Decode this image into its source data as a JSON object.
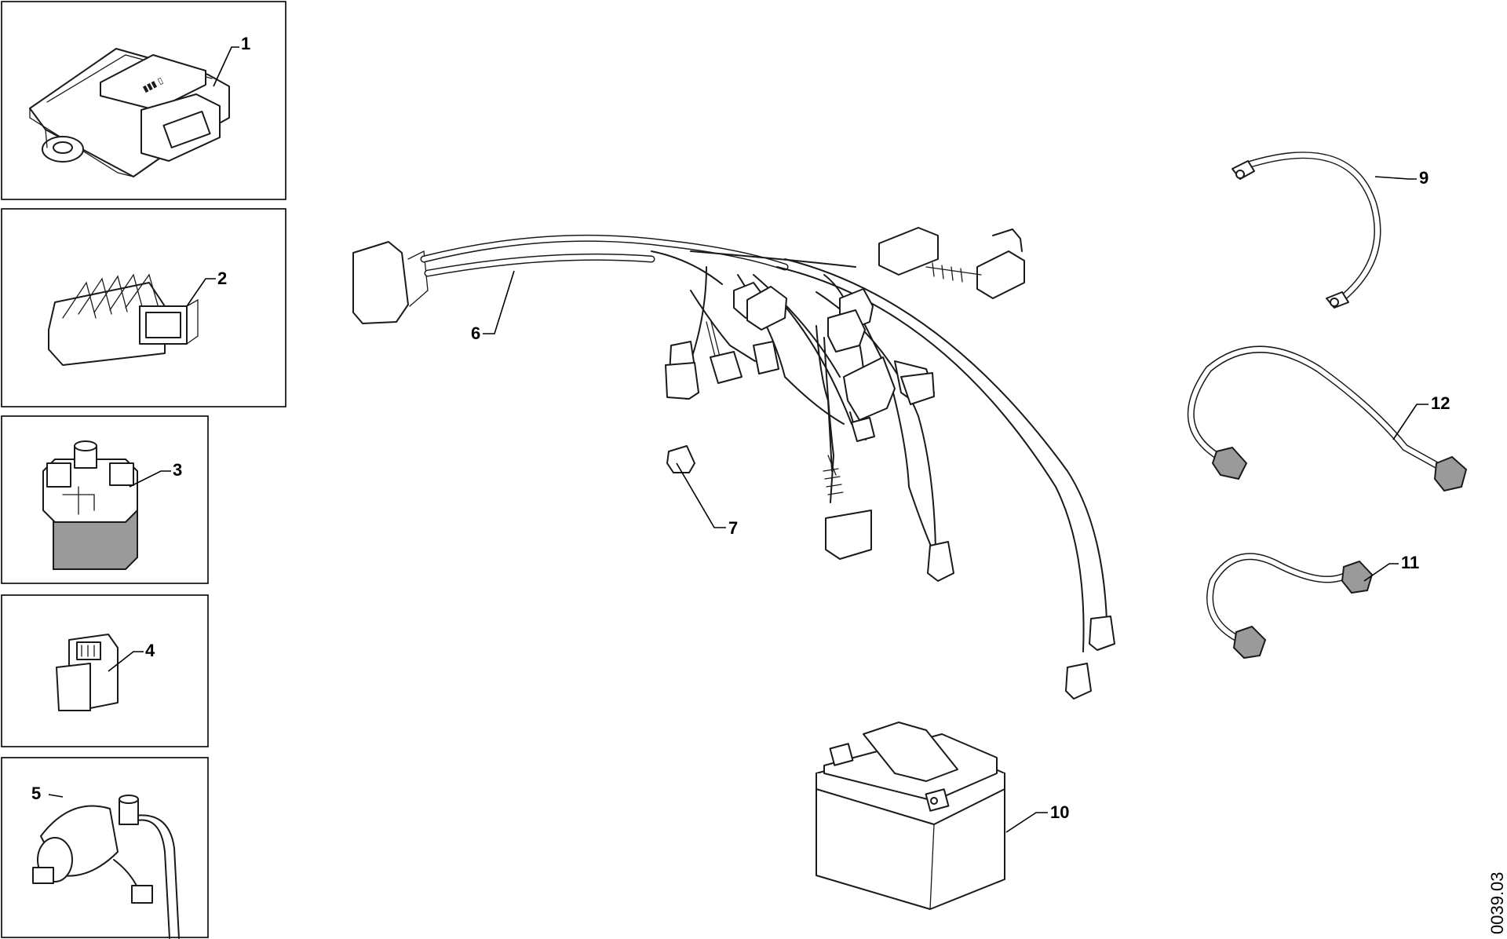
{
  "callouts": {
    "c1": "1",
    "c2": "2",
    "c3": "3",
    "c4": "4",
    "c5": "5",
    "c6": "6",
    "c7": "7",
    "c9": "9",
    "c10": "10",
    "c11": "11",
    "c12": "12"
  },
  "drawing_ref": "0039.03",
  "colors": {
    "line": "#1a1a1a",
    "shade": "#9a9a9a",
    "background": "#ffffff"
  }
}
